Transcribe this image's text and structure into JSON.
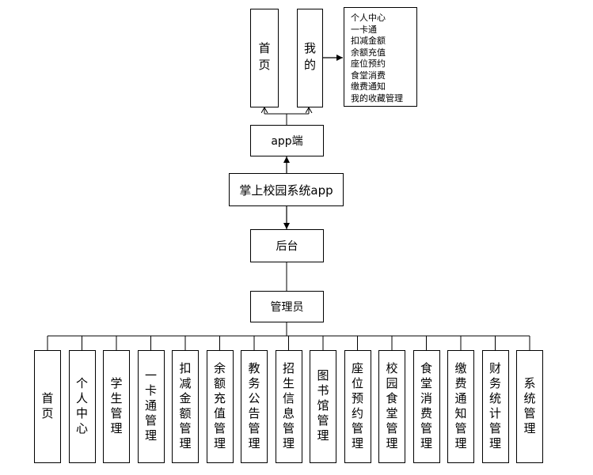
{
  "top": {
    "home_label": "首页",
    "mine_label": "我的",
    "mine_submenu": [
      "个人中心",
      "一卡通",
      "扣减金额",
      "余额充值",
      "座位预约",
      "食堂消费",
      "缴费通知",
      "我的收藏管理"
    ]
  },
  "app_end_label": "app端",
  "system_label": "掌上校园系统app",
  "backend_label": "后台",
  "admin_label": "管理员",
  "admin_modules": [
    "首页",
    "个人中心",
    "学生管理",
    "一卡通管理",
    "扣减金额管理",
    "余额充值管理",
    "教务公告管理",
    "招生信息管理",
    "图书馆管理",
    "座位预约管理",
    "校园食堂管理",
    "食堂消费管理",
    "缴费通知管理",
    "财务统计管理",
    "系统管理"
  ],
  "colors": {
    "line": "#000000",
    "border": "#000000",
    "background": "#ffffff"
  }
}
